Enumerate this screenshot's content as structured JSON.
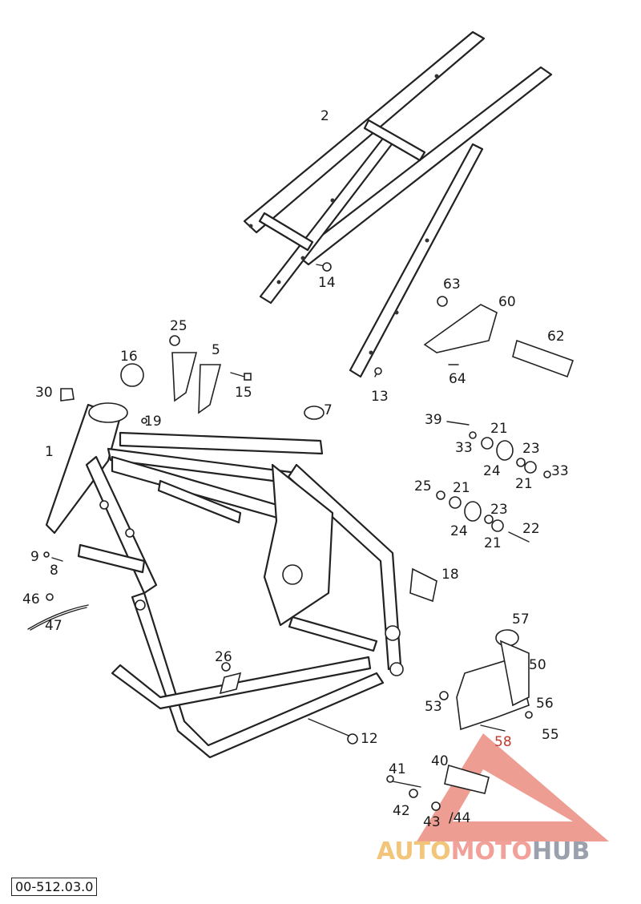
{
  "drawing_code": "00-512.03.0",
  "watermark": {
    "part1": "AUTO",
    "part2": "MOTO",
    "part3": "HUB"
  },
  "labels": [
    {
      "id": "2",
      "text": "2"
    },
    {
      "id": "14",
      "text": "14"
    },
    {
      "id": "13",
      "text": "13"
    },
    {
      "id": "63",
      "text": "63"
    },
    {
      "id": "60",
      "text": "60"
    },
    {
      "id": "62",
      "text": "62"
    },
    {
      "id": "64",
      "text": "64"
    },
    {
      "id": "25a",
      "text": "25"
    },
    {
      "id": "5",
      "text": "5"
    },
    {
      "id": "16",
      "text": "16"
    },
    {
      "id": "15",
      "text": "15"
    },
    {
      "id": "30",
      "text": "30"
    },
    {
      "id": "7",
      "text": "7"
    },
    {
      "id": "19",
      "text": "19"
    },
    {
      "id": "1",
      "text": "1"
    },
    {
      "id": "39",
      "text": "39"
    },
    {
      "id": "21a",
      "text": "21"
    },
    {
      "id": "33a",
      "text": "33"
    },
    {
      "id": "23a",
      "text": "23"
    },
    {
      "id": "24a",
      "text": "24"
    },
    {
      "id": "21b",
      "text": "21"
    },
    {
      "id": "33b",
      "text": "33"
    },
    {
      "id": "25b",
      "text": "25"
    },
    {
      "id": "21c",
      "text": "21"
    },
    {
      "id": "23b",
      "text": "23"
    },
    {
      "id": "24b",
      "text": "24"
    },
    {
      "id": "22",
      "text": "22"
    },
    {
      "id": "21d",
      "text": "21"
    },
    {
      "id": "9",
      "text": "9"
    },
    {
      "id": "8",
      "text": "8"
    },
    {
      "id": "18",
      "text": "18"
    },
    {
      "id": "46",
      "text": "46"
    },
    {
      "id": "47",
      "text": "47"
    },
    {
      "id": "57",
      "text": "57"
    },
    {
      "id": "50",
      "text": "50"
    },
    {
      "id": "26",
      "text": "26"
    },
    {
      "id": "53",
      "text": "53"
    },
    {
      "id": "56",
      "text": "56"
    },
    {
      "id": "55",
      "text": "55"
    },
    {
      "id": "58",
      "text": "58"
    },
    {
      "id": "12",
      "text": "12"
    },
    {
      "id": "41",
      "text": "41"
    },
    {
      "id": "40",
      "text": "40"
    },
    {
      "id": "42",
      "text": "42"
    },
    {
      "id": "43",
      "text": "43"
    },
    {
      "id": "44",
      "text": "/44"
    }
  ]
}
